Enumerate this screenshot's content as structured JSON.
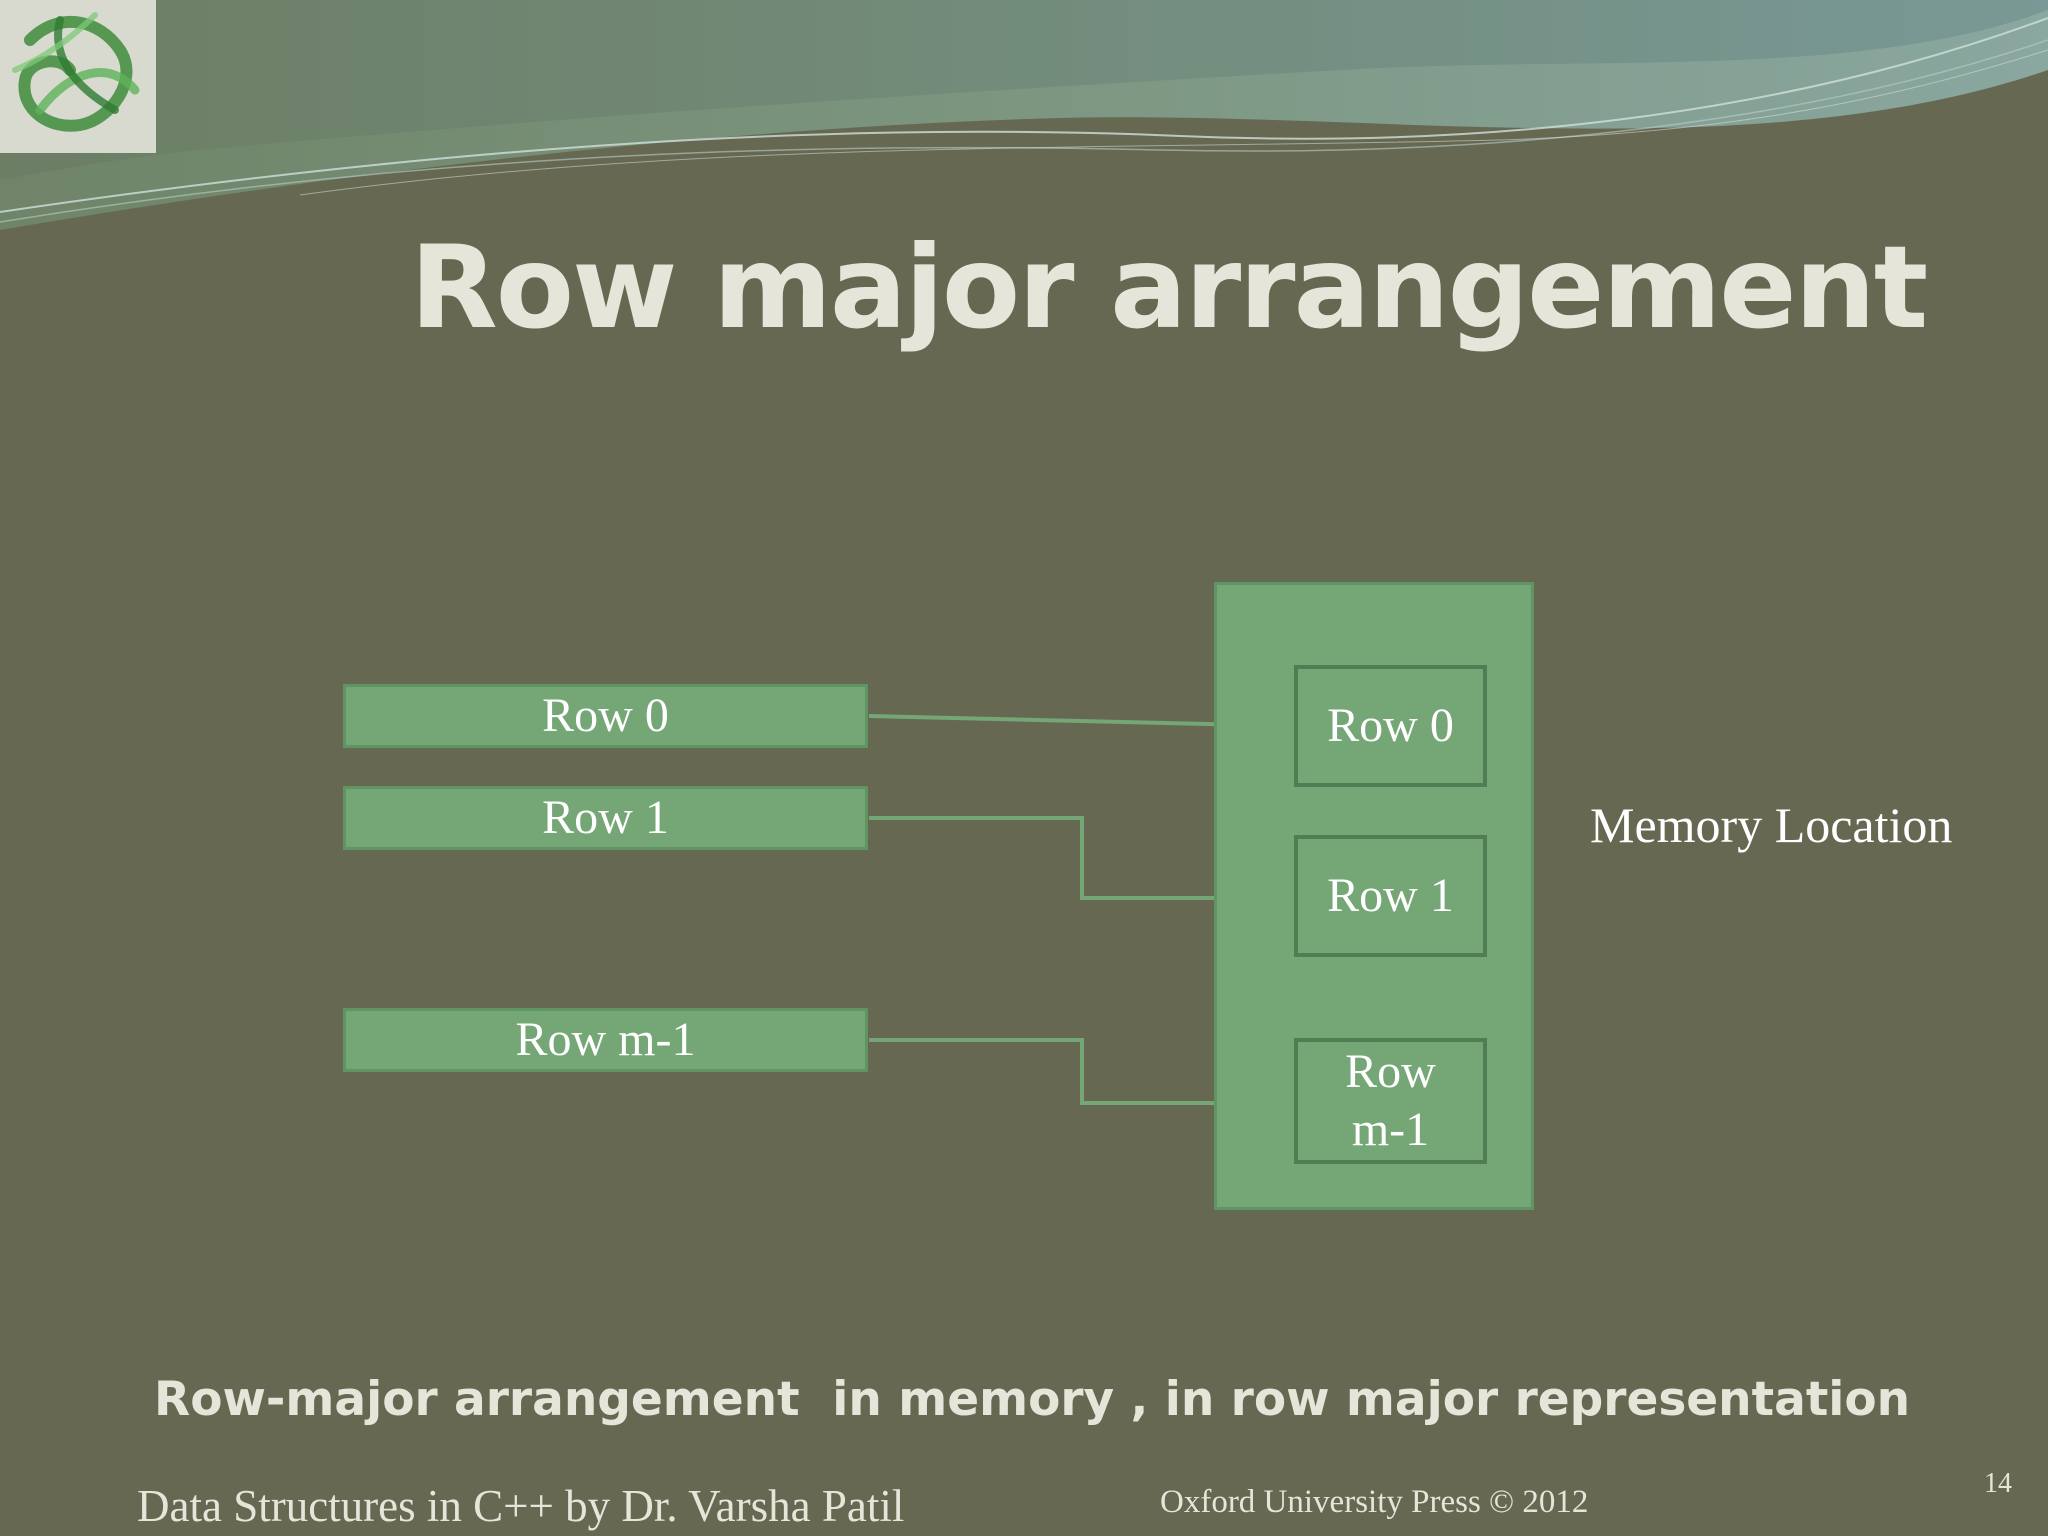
{
  "slide": {
    "title": "Row major arrangement",
    "caption": "Row-major arrangement  in memory , in row major representation",
    "footer_left": "Data Structures in C++ by Dr. Varsha Patil",
    "footer_right": "Oxford University Press © 2012",
    "page_number": "14"
  },
  "diagram": {
    "source_rows": [
      "Row 0",
      "Row 1",
      "Row m-1"
    ],
    "memory_cells": [
      {
        "lines": [
          "Row 0"
        ]
      },
      {
        "lines": [
          "Row 1"
        ]
      },
      {
        "lines": [
          "Row",
          "m-1"
        ]
      }
    ],
    "memory_label": "Memory Location"
  },
  "colors": {
    "background": "#666852",
    "box_fill": "#74a676",
    "box_border": "#4f7e55",
    "title_text": "#e6e5da"
  },
  "icons": {
    "logo": "green-glass-sculpture-logo"
  }
}
